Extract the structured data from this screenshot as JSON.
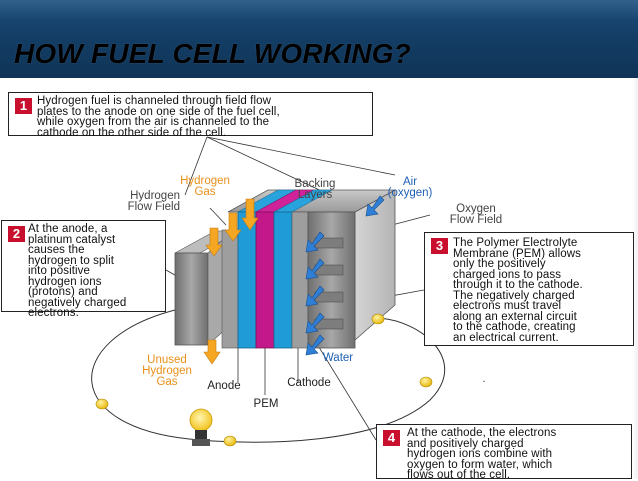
{
  "title": "HOW FUEL CELL WORKING?",
  "callouts": [
    {
      "number": "1",
      "text": "Hydrogen fuel is channeled through field flow\nplates to the anode on one side of the fuel cell,\nwhile oxygen from the air is channeled to the\ncathode on the other side of the cell."
    },
    {
      "number": "2",
      "text": "At the anode, a\nplatinum catalyst\ncauses the\nhydrogen to split\ninto positive\nhydrogen ions\n(protons) and\nnegatively charged\nelectrons."
    },
    {
      "number": "3",
      "text": "The Polymer Electrolyte\nMembrane (PEM) allows\nonly the positively\ncharged ions to pass\nthrough it to the cathode.\nThe negatively charged\nelectrons must travel\nalong an external circuit\nto the cathode, creating\nan electrical current."
    },
    {
      "number": "4",
      "text": "At the cathode, the electrons\nand positively charged\nhydrogen ions combine with\noxygen to form water, which\nflows out of the cell."
    }
  ],
  "labels": {
    "hydrogen_gas": "Hydrogen\nGas",
    "hydrogen_flow_field": "Hydrogen\nFlow Field",
    "backing_layers": "Backing\nLayers",
    "air_oxygen": "Air\n(oxygen)",
    "oxygen_flow_field": "Oxygen\nFlow Field",
    "unused_hydrogen_gas": "Unused\nHydrogen\nGas",
    "anode": "Anode",
    "cathode": "Cathode",
    "pem": "PEM",
    "water": "Water",
    "dot": "."
  },
  "colors": {
    "header_blue": "#143e66",
    "callout_red": "#c8102e",
    "hydrogen_orange": "#f5a623",
    "oxygen_blue": "#2f7fd6",
    "anode_blue": "#1f9cd8",
    "pem_magenta": "#c2188a",
    "bulb_yellow": "#f7d23a"
  },
  "icons": [
    "hydrogen-arrow-icon",
    "oxygen-arrow-icon",
    "water-arrow-icon",
    "light-bulb-icon",
    "electron-icon"
  ]
}
